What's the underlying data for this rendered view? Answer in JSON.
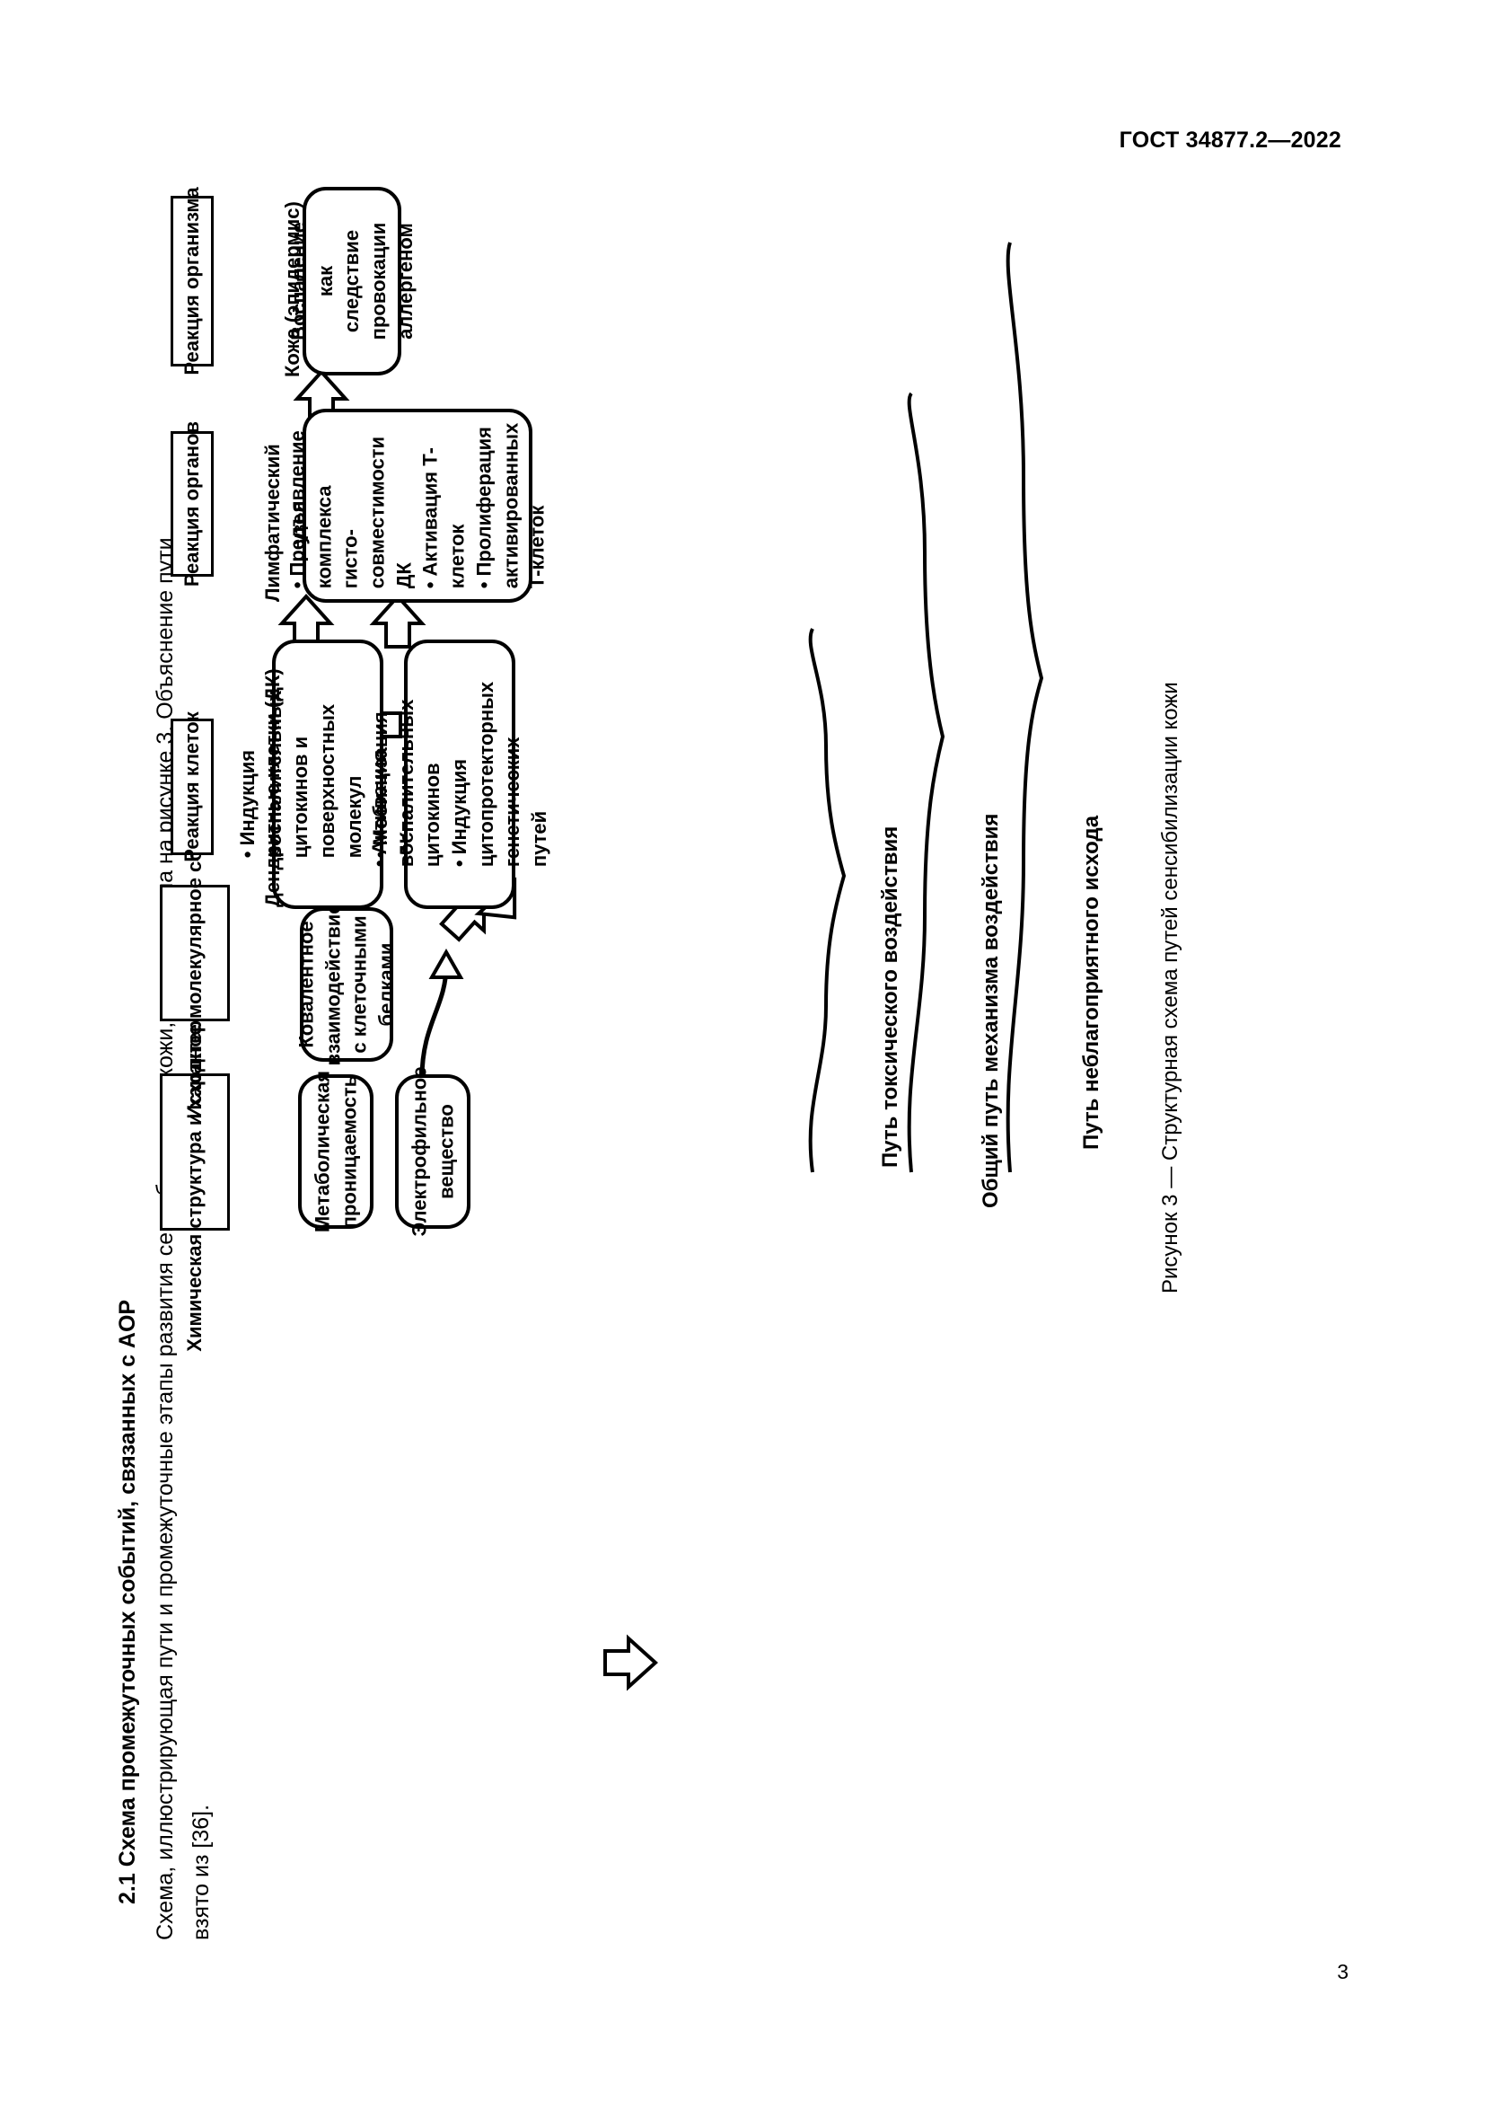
{
  "header": {
    "standard_code": "ГОСТ 34877.2—2022",
    "page_number": "3"
  },
  "section": {
    "heading": "2.1 Схема промежуточных событий, связанных с AOP",
    "paragraph_line_1": "Схема, иллюстрирующая пути и промежуточные этапы развития сенсибилизации кожи, представлена на рисунке 3. Объяснение пути",
    "paragraph_line_2": "взято из [36]."
  },
  "diagram": {
    "caption": "Рисунок 3 — Структурная схема путей сенсибилизации кожи",
    "category_headers": [
      {
        "key": "chemical",
        "label": "Химическая\nструктура\nи характеристики"
      },
      {
        "key": "mie",
        "label": "Исходное\nмолекулярное\nсобытие"
      },
      {
        "key": "cell",
        "label": "Реакция клеток"
      },
      {
        "key": "organ",
        "label": "Реакция органов"
      },
      {
        "key": "organism",
        "label": "Реакция организма"
      }
    ],
    "nodes": [
      {
        "key": "metabolic",
        "label": "Метаболическая\nпроницаемость"
      },
      {
        "key": "electrophile",
        "label": "Электрофильное\nвещество"
      },
      {
        "key": "covalent",
        "label": "Ковалентное\nвзаимодействие\nс клеточными\nбелками"
      },
      {
        "key": "dc-inflammatory",
        "label": "• Индукция воспалительных\nцитокинов и поверхностных\nмолекул\n• Мобилизация ДК"
      },
      {
        "key": "keratinocyte",
        "label": "• Активация воспалительных\nцитокинов\n• Индукция цитопротекторных\nгенетических путей"
      },
      {
        "key": "lymph",
        "label": "• Предъявление\nкомплекса гисто-\nсовместимости ДК\n• Активация Т-клеток\n• Пролиферация\nактивированных\nТ-клеток"
      },
      {
        "key": "skin-inflammation",
        "label": "Воспаление как\nследствие провокации\nаллергеном"
      }
    ],
    "free_labels": [
      {
        "key": "dendritic-cells",
        "label": "Дендритные клетки (ДК)"
      },
      {
        "key": "lymph-node",
        "label": "Лимфатический\nузел"
      },
      {
        "key": "skin",
        "label": "Кожа (эпидермис)"
      }
    ],
    "path_labels": [
      {
        "key": "toxic",
        "label": "Путь токсического воздействия"
      },
      {
        "key": "common",
        "label": "Общий путь механизма воздействия"
      },
      {
        "key": "adverse",
        "label": "Путь неблагоприятного исхода"
      }
    ]
  }
}
